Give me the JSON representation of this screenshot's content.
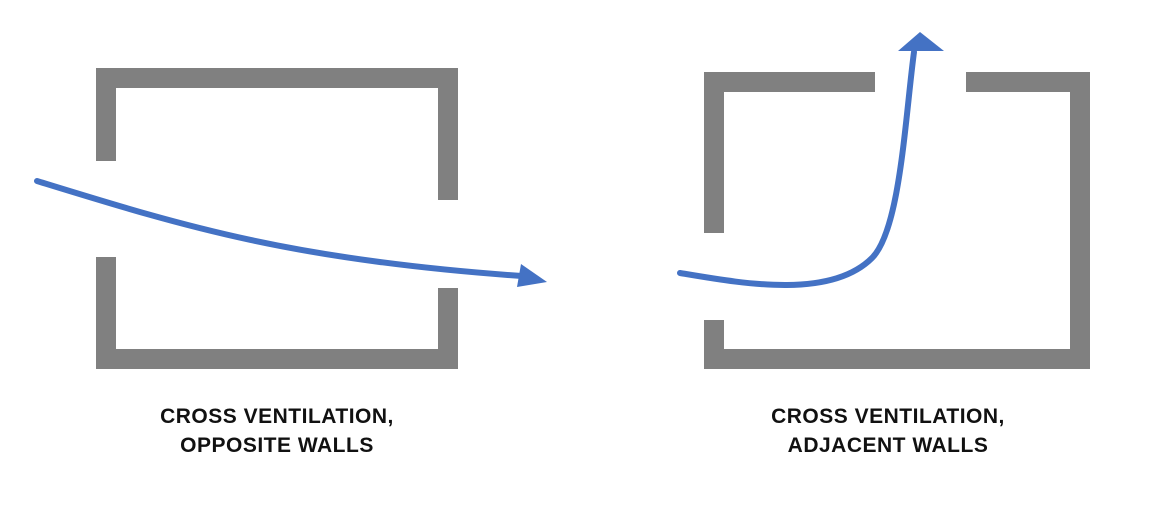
{
  "diagrams": [
    {
      "name": "opposite-walls",
      "caption_lines": [
        "CROSS VENTILATION,",
        "OPPOSITE WALLS"
      ]
    },
    {
      "name": "adjacent-walls",
      "caption_lines": [
        "CROSS VENTILATION,",
        "ADJACENT WALLS"
      ]
    }
  ],
  "colors": {
    "wall": "#808080",
    "airflow": "#4472C4",
    "caption_text": "#111111",
    "background": "#ffffff"
  }
}
